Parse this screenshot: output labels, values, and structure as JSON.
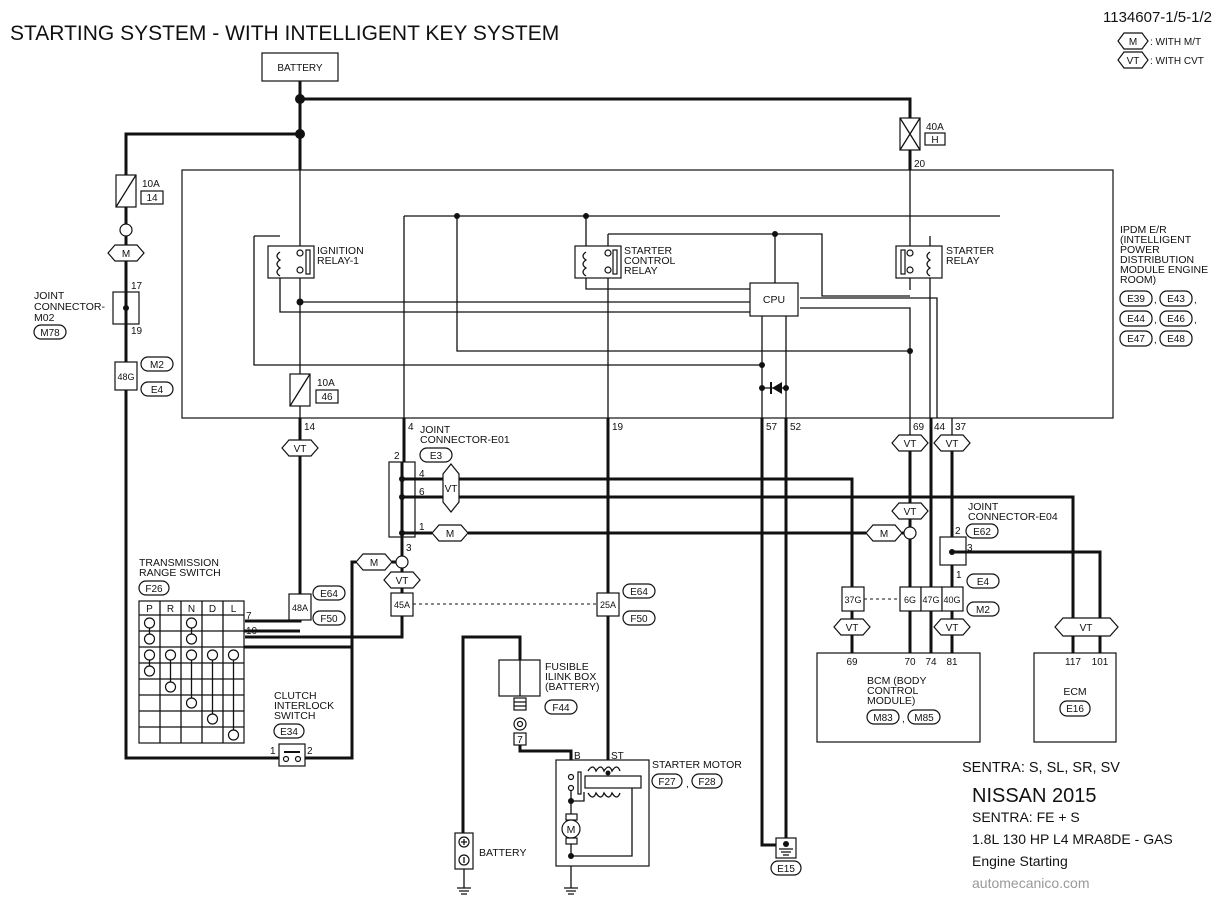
{
  "header": {
    "title": "STARTING SYSTEM - WITH INTELLIGENT KEY SYSTEM",
    "diagram_id": "1134607-1/5-1/2",
    "legend": [
      {
        "tag": "M",
        "text": ": WITH M/T"
      },
      {
        "tag": "VT",
        "text": ": WITH CVT"
      }
    ]
  },
  "components": {
    "battery_top": "BATTERY",
    "fuse_10a_14": {
      "rating": "10A",
      "number": "14"
    },
    "fuse_40a_h": {
      "rating": "40A",
      "number": "H"
    },
    "fuse_10a_46": {
      "rating": "10A",
      "number": "46"
    },
    "ipdm": {
      "lines": [
        "IPDM E/R",
        "(INTELLIGENT",
        "POWER",
        "DISTRIBUTION",
        "MODULE ENGINE",
        "ROOM)"
      ],
      "connectors": [
        "E39",
        "E43",
        "E44",
        "E46",
        "E47",
        "E48"
      ]
    },
    "ignition_relay": [
      "IGNITION",
      "RELAY-1"
    ],
    "starter_control_relay": [
      "STARTER",
      "CONTROL",
      "RELAY"
    ],
    "starter_relay": [
      "STARTER",
      "RELAY"
    ],
    "cpu": "CPU",
    "joint_m02": {
      "lines": [
        "JOINT",
        "CONNECTOR-",
        "M02"
      ],
      "connector": "M78",
      "pins": [
        "17",
        "19"
      ]
    },
    "joint_e01": {
      "lines": [
        "JOINT",
        "CONNECTOR-E01"
      ],
      "connector": "E3",
      "pins": [
        "4",
        "2",
        "4",
        "6",
        "1",
        "3"
      ]
    },
    "joint_e04": {
      "lines": [
        "JOINT",
        "CONNECTOR-E04"
      ],
      "connector": "E62",
      "pins": [
        "2",
        "3",
        "1"
      ]
    },
    "trs": {
      "lines": [
        "TRANSMISSION",
        "RANGE SWITCH"
      ],
      "connector": "F26",
      "positions": [
        "P",
        "R",
        "N",
        "D",
        "L"
      ],
      "pins": [
        "7",
        "10"
      ]
    },
    "clutch": {
      "lines": [
        "CLUTCH",
        "INTERLOCK",
        "SWITCH"
      ],
      "connector": "E34",
      "pins": [
        "1",
        "2"
      ]
    },
    "fusible_link": {
      "lines": [
        "FUSIBLE",
        "ILINK BOX",
        "(BATTERY)"
      ],
      "connector": "F44",
      "terminal": "7"
    },
    "starter_motor": {
      "label": "STARTER MOTOR",
      "connectors": [
        "F27",
        "F28"
      ],
      "terminals": [
        "B",
        "ST"
      ],
      "motor": "M"
    },
    "battery_bottom": "BATTERY",
    "ground": "E15",
    "bcm": {
      "lines": [
        "BCM (BODY",
        "CONTROL",
        "MODULE)"
      ],
      "connectors": [
        "M83",
        "M85"
      ],
      "pins": [
        "69",
        "70",
        "74",
        "81"
      ]
    },
    "ecm": {
      "label": "ECM",
      "connector": "E16",
      "pins": [
        "117",
        "101"
      ]
    }
  },
  "pins": {
    "ipdm_top": "20",
    "ipdm_bottom": [
      "14",
      "4",
      "19",
      "57",
      "52",
      "69",
      "44",
      "37"
    ]
  },
  "harness": {
    "m_tag": "M",
    "vt_tag": "VT",
    "m2_e4": {
      "pin": "48G",
      "c1": "M2",
      "c2": "E4"
    },
    "e64_f50_a": {
      "pin": "48A",
      "c1": "E64",
      "c2": "F50"
    },
    "e64_f50_b": {
      "pins": [
        "45A",
        "25A"
      ],
      "c1": "E64",
      "c2": "F50"
    },
    "e4_m2": {
      "pins": [
        "37G",
        "6G",
        "47G",
        "40G"
      ],
      "c1": "E4",
      "c2": "M2"
    }
  },
  "footer": {
    "variants": "SENTRA: S, SL, SR, SV",
    "make": "NISSAN 2015",
    "model": "SENTRA: FE + S",
    "engine": "1.8L 130 HP L4  MRA8DE - GAS",
    "system": "Engine Starting",
    "watermark": "automecanico.com"
  }
}
